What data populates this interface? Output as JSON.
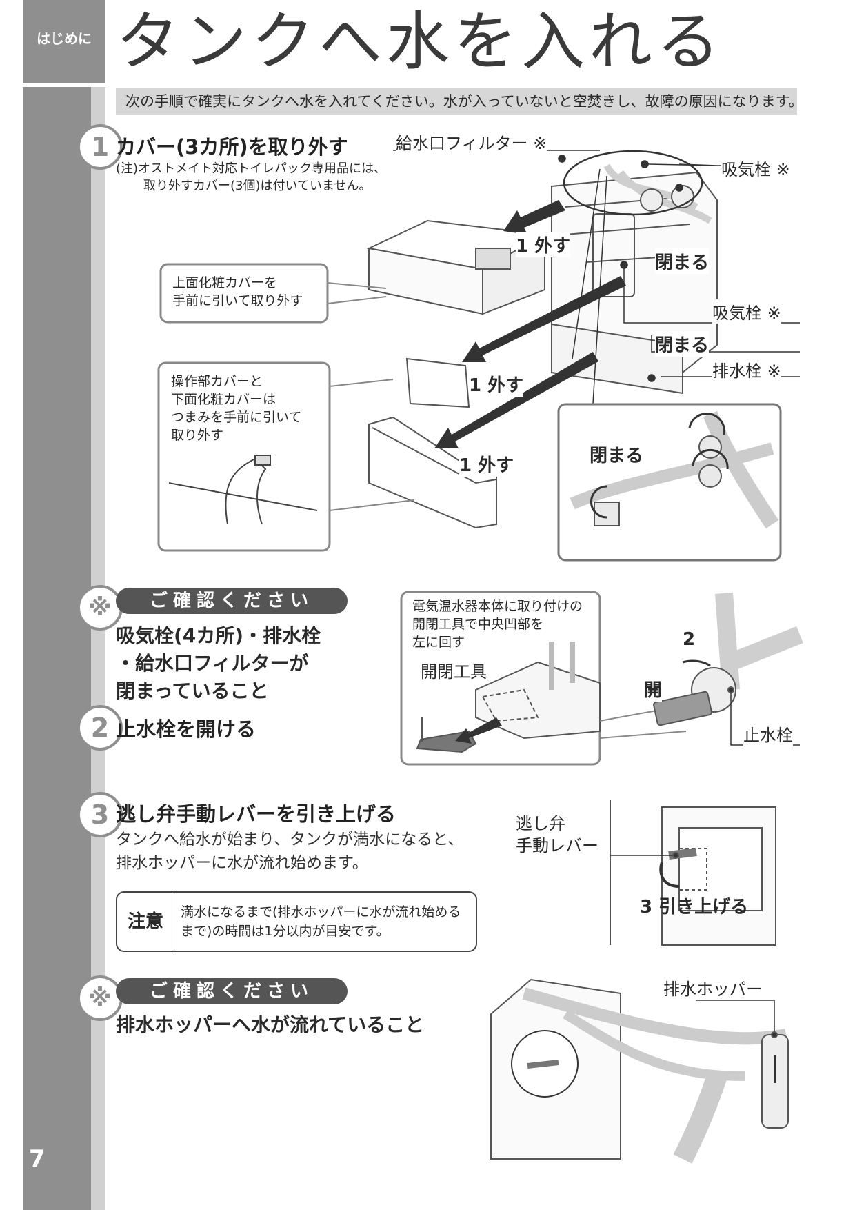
{
  "header": {
    "section_label": "はじめに",
    "title": "タンクへ水を入れる",
    "intro": "次の手順で確実にタンクへ水を入れてください。水が入っていないと空焚きし、故障の原因になります。"
  },
  "steps": [
    {
      "num": "1",
      "title": "カバー(3カ所)を取り外す",
      "note_1": "(注)オストメイト対応トイレパック専用品には、",
      "note_2": "取り外すカバー(3個)は付いていません。"
    },
    {
      "num": "2",
      "title": "止水栓を開ける"
    },
    {
      "num": "3",
      "title": "逃し弁手動レバーを引き上げる",
      "body_1": "タンクへ給水が始まり、タンクが満水になると、",
      "body_2": "排水ホッパーに水が流れ始めます。"
    }
  ],
  "confirm_1": {
    "mark": "※",
    "pill": "ご確認ください",
    "line_1": "吸気栓(4カ所)・排水栓",
    "line_2": "・給水口フィルターが",
    "line_3": "閉まっていること"
  },
  "confirm_2": {
    "mark": "※",
    "pill": "ご確認ください",
    "line_1": "排水ホッパーへ水が流れていること"
  },
  "fig1": {
    "filter_label": "給水口フィルター",
    "intake_label": "吸気栓",
    "drain_label": "排水栓",
    "mark": "※",
    "remove": "外す",
    "close": "閉まる",
    "circle_1": "1",
    "callout_top_1": "上面化粧カバーを",
    "callout_top_2": "手前に引いて取り外す",
    "callout_bot_1": "操作部カバーと",
    "callout_bot_2": "下面化粧カバーは",
    "callout_bot_3": "つまみを手前に引いて",
    "callout_bot_4": "取り外す"
  },
  "fig2": {
    "callout_1": "電気温水器本体に取り付けの",
    "callout_2": "開閉工具で中央凹部を",
    "callout_3": "左に回す",
    "tool_label": "開閉工具",
    "open": "開",
    "circle_2": "2",
    "valve_label": "止水栓"
  },
  "fig3": {
    "label_1": "逃し弁",
    "label_2": "手動レバー",
    "circle_3": "3",
    "action": "引き上げる"
  },
  "fig4": {
    "label": "排水ホッパー"
  },
  "caution": {
    "head": "注意",
    "text": "満水になるまで(排水ホッパーに水が流れ始めるまで)の時間は1分以内が目安です。"
  },
  "page_number": "7"
}
